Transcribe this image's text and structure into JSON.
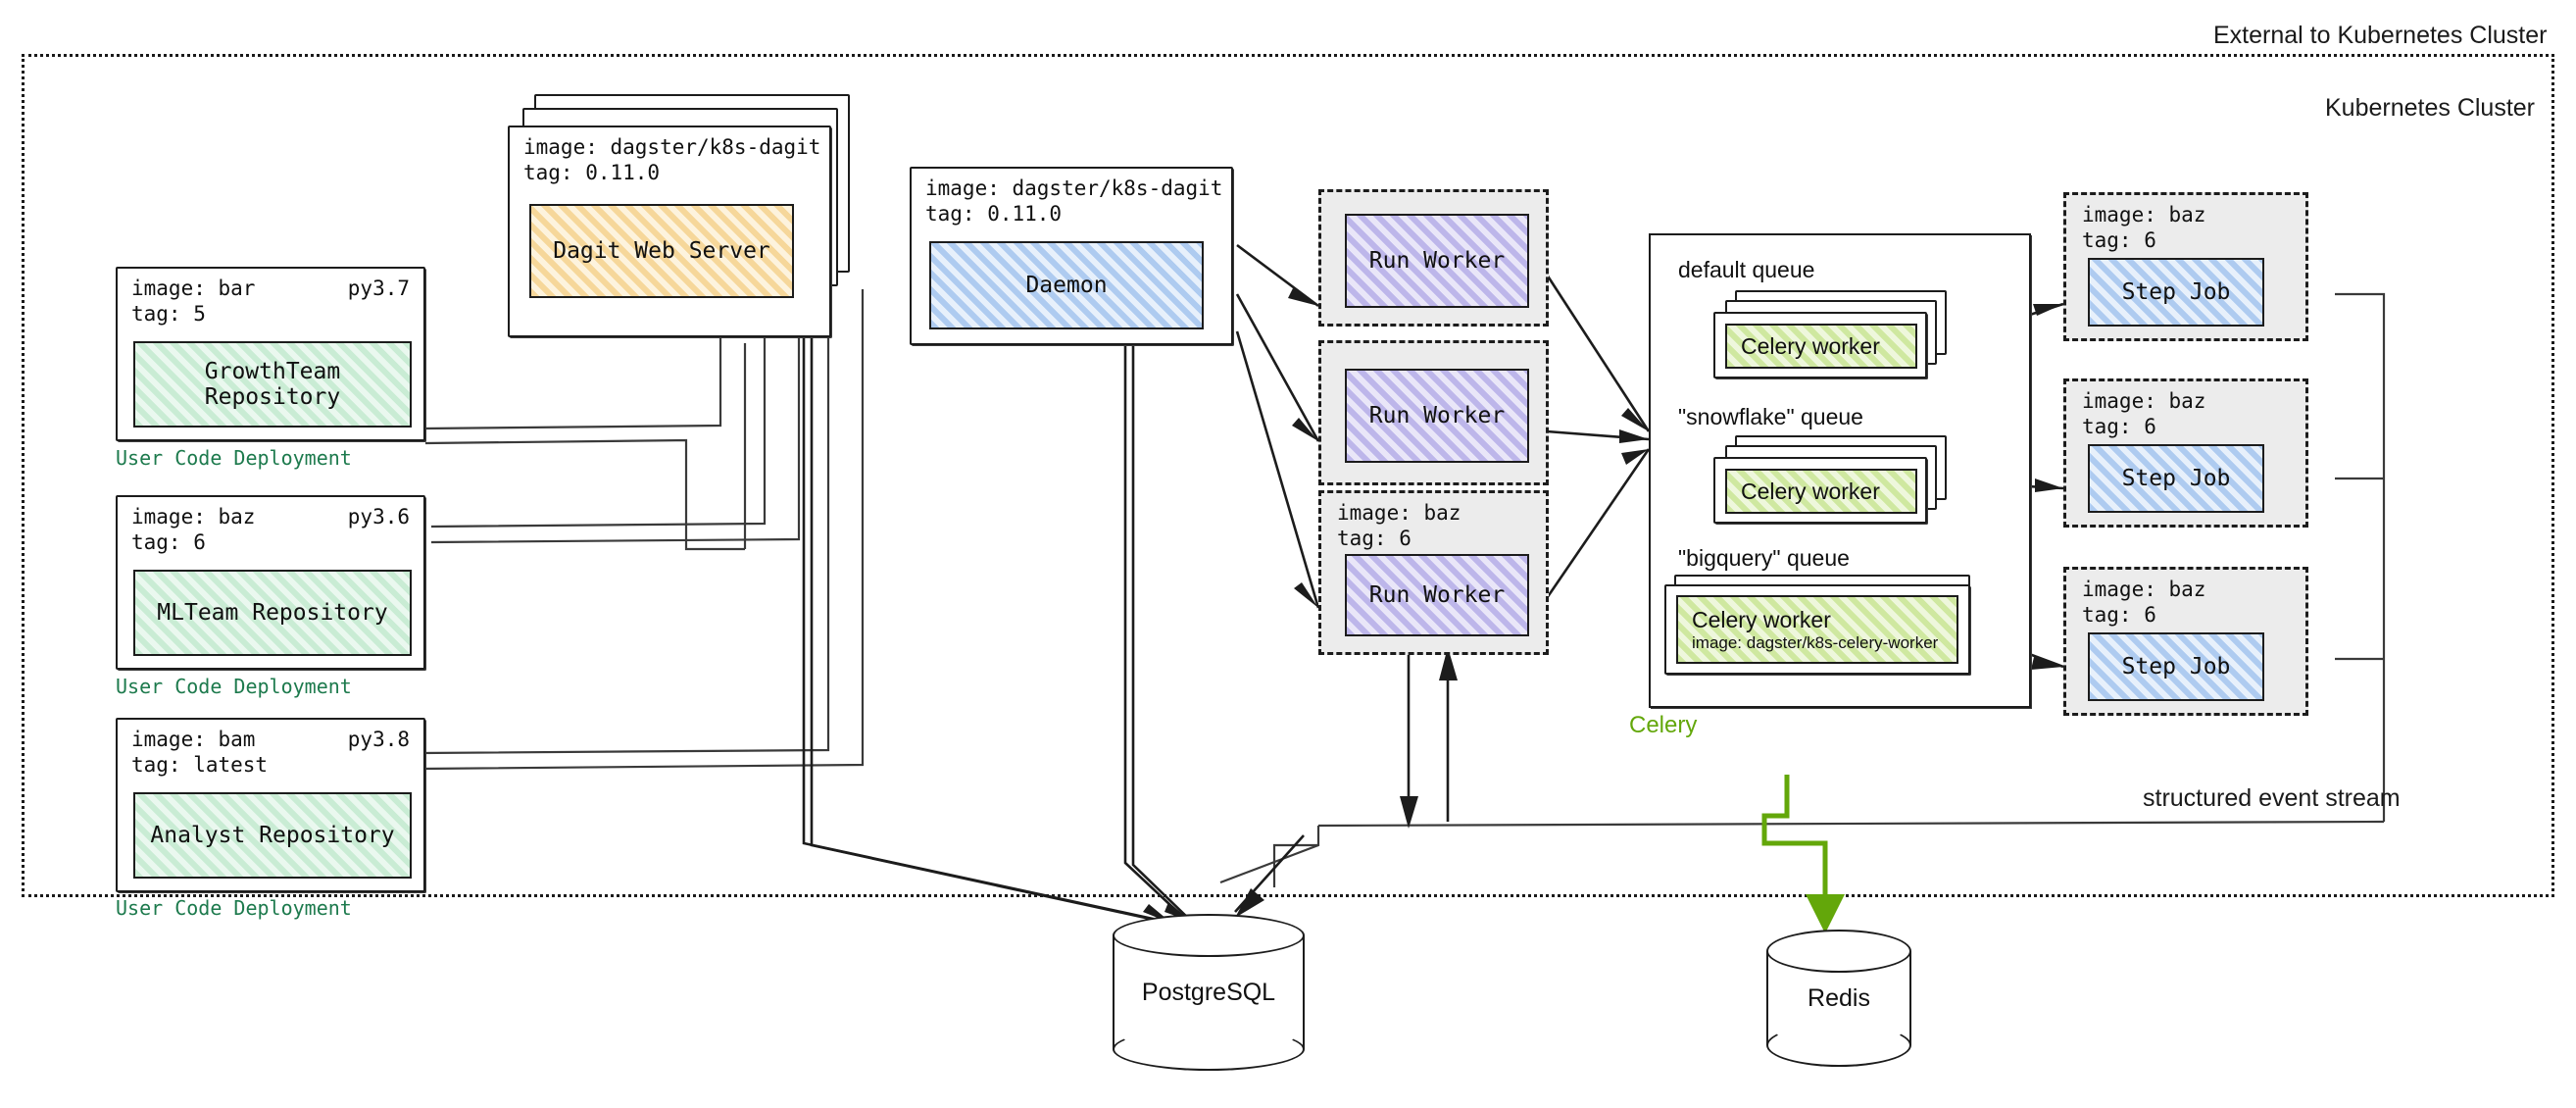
{
  "zones": {
    "external_label": "External to Kubernetes Cluster",
    "k8s_label": "Kubernetes Cluster",
    "event_stream_label": "structured event stream"
  },
  "user_code_deployments": [
    {
      "image": "image: bar",
      "tag": "tag: 5",
      "python": "py3.7",
      "name": "GrowthTeam Repository",
      "caption": "User Code Deployment"
    },
    {
      "image": "image: baz",
      "tag": "tag: 6",
      "python": "py3.6",
      "name": "MLTeam Repository",
      "caption": "User Code Deployment"
    },
    {
      "image": "image: bam",
      "tag": "tag: latest",
      "python": "py3.8",
      "name": "Analyst Repository",
      "caption": "User Code Deployment"
    }
  ],
  "dagit": {
    "image": "image: dagster/k8s-dagit",
    "tag": "tag: 0.11.0",
    "name": "Dagit Web Server"
  },
  "daemon": {
    "image": "image: dagster/k8s-dagit",
    "tag": "tag: 0.11.0",
    "name": "Daemon"
  },
  "run_workers": [
    {
      "name": "Run Worker",
      "image": "",
      "tag": ""
    },
    {
      "name": "Run Worker",
      "image": "",
      "tag": ""
    },
    {
      "name": "Run Worker",
      "image": "image: baz",
      "tag": "tag: 6"
    }
  ],
  "celery": {
    "tag_label": "Celery",
    "queues": [
      {
        "label": "default queue",
        "worker": "Celery worker",
        "worker_image": ""
      },
      {
        "label": "\"snowflake\" queue",
        "worker": "Celery worker",
        "worker_image": ""
      },
      {
        "label": "\"bigquery\" queue",
        "worker": "Celery worker",
        "worker_image": "image: dagster/k8s-celery-worker"
      }
    ]
  },
  "step_jobs": [
    {
      "image": "image: baz",
      "tag": "tag: 6",
      "name": "Step Job"
    },
    {
      "image": "image: baz",
      "tag": "tag: 6",
      "name": "Step Job"
    },
    {
      "image": "image: baz",
      "tag": "tag: 6",
      "name": "Step Job"
    }
  ],
  "datastores": [
    {
      "name": "PostgreSQL"
    },
    {
      "name": "Redis"
    }
  ],
  "colors": {
    "user_code_green": "#1d7a4d",
    "celery_green": "#63a70a",
    "repo_fill": "#c9ecd4",
    "dagit_fill": "#f6d79a",
    "daemon_fill": "#aecbf0",
    "run_worker_fill": "#bdb6ea",
    "celery_worker_fill": "#cfe8a0",
    "step_job_fill": "#aecbf0",
    "pod_fill": "#ececec"
  }
}
